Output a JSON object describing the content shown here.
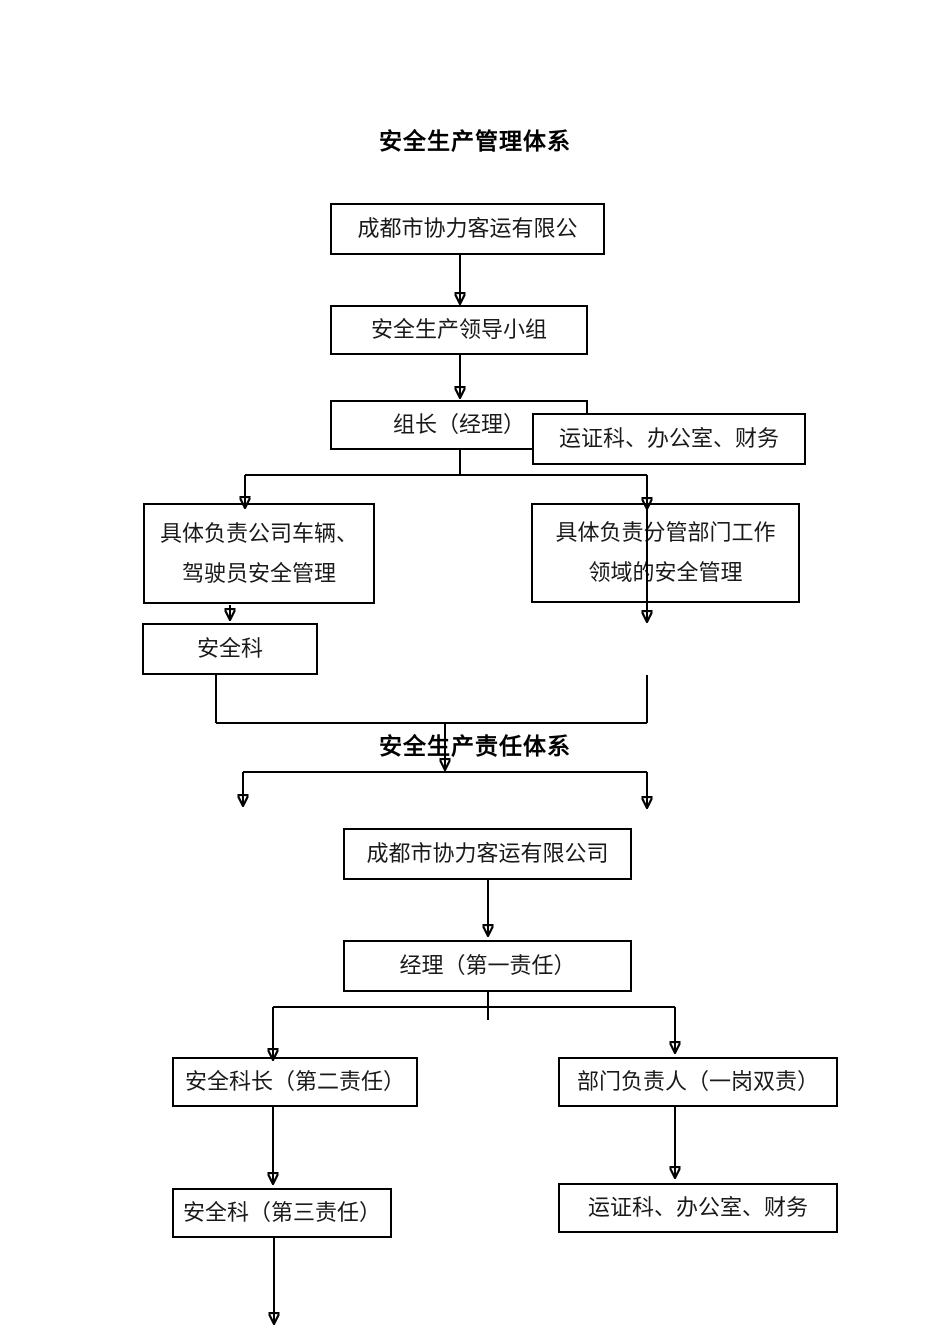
{
  "diagram1": {
    "title": "安全生产管理体系",
    "nodes": {
      "company": {
        "label": "成都市协力客运有限公"
      },
      "leading_group": {
        "label": "安全生产领导小组"
      },
      "group_leader": {
        "label": "组长（经理）"
      },
      "departments": {
        "label": "运证科、办公室、财务"
      },
      "vehicle_duty": {
        "line1": "具体负责公司车辆、",
        "line2": "驾驶员安全管理"
      },
      "dept_duty": {
        "line1": "具体负责分管部门工作",
        "line2": "领域的安全管理"
      },
      "safety_section": {
        "label": "安全科"
      }
    }
  },
  "diagram2": {
    "title": "安全生产责任体系",
    "nodes": {
      "company": {
        "label": "成都市协力客运有限公司"
      },
      "manager": {
        "label": "经理（第一责任）"
      },
      "safety_chief": {
        "label": "安全科长（第二责任）"
      },
      "dept_heads": {
        "label": "部门负责人（一岗双责）"
      },
      "safety_section": {
        "label": "安全科（第三责任）"
      },
      "departments": {
        "label": "运证科、办公室、财务"
      }
    }
  },
  "colors": {
    "background": "#ffffff",
    "line": "#000000",
    "box_border": "#000000",
    "text": "#000000"
  }
}
